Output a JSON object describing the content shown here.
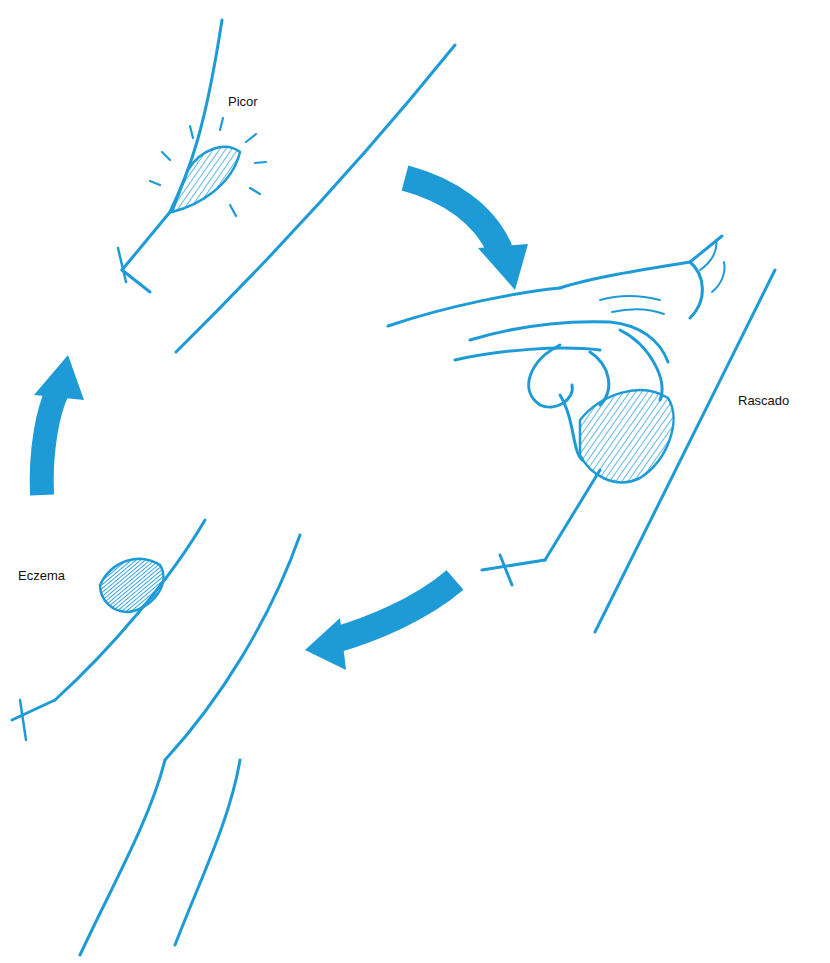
{
  "diagram": {
    "labels": [
      "Picor",
      "Rascado",
      "Eczema"
    ]
  }
}
